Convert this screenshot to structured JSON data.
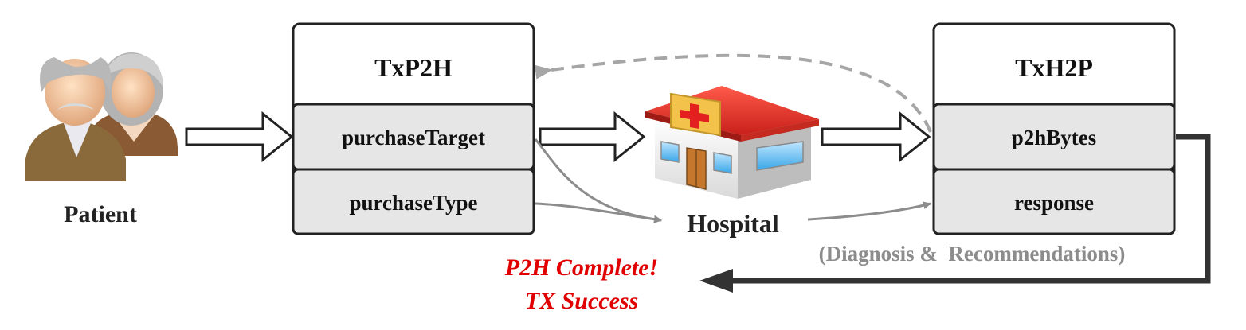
{
  "patient": {
    "label": "Patient"
  },
  "hospital": {
    "label": "Hospital"
  },
  "tx_p2h": {
    "title": "TxP2H",
    "fields": [
      "purchaseTarget",
      "purchaseType"
    ]
  },
  "tx_h2p": {
    "title": "TxH2P",
    "fields": [
      "p2hBytes",
      "response"
    ]
  },
  "annotation": {
    "diagnosis": "(Diagnosis &  Recommendations)"
  },
  "status": {
    "line1": "P2H Complete!",
    "line2": "TX Success",
    "color": "#e00000"
  },
  "colors": {
    "gray_arrow": "#8c8c8c",
    "dashed_arrow": "#a6a6a6",
    "return_arrow": "#333333",
    "field_fill": "#e6e6e6"
  }
}
